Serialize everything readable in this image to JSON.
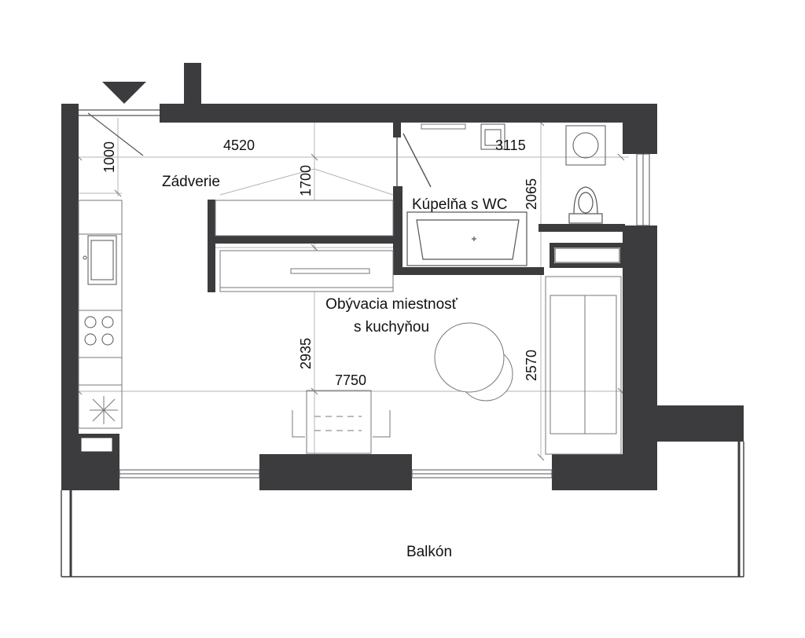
{
  "colors": {
    "wall": "#3c3c3e",
    "line": "#555555",
    "thin": "#9a9a9a",
    "dim": "#b5b5b5",
    "text": "#111111"
  },
  "rooms": {
    "entry": "Zádverie",
    "bathroom": "Kúpelňa s WC",
    "living_line1": "Obývacia miestnosť",
    "living_line2": "s kuchyňou",
    "balcony": "Balkón"
  },
  "dimensions": {
    "d4520": "4520",
    "d1000": "1000",
    "d1700": "1700",
    "d3115": "3115",
    "d2065": "2065",
    "d2935": "2935",
    "d7750": "7750",
    "d2570": "2570"
  },
  "icons": {
    "entrance": "entrance-arrow-icon",
    "sink": "sink-icon",
    "hob": "cooktop-icon",
    "bathtub": "bathtub-icon",
    "toilet": "toilet-icon",
    "washer": "washing-machine-icon"
  }
}
